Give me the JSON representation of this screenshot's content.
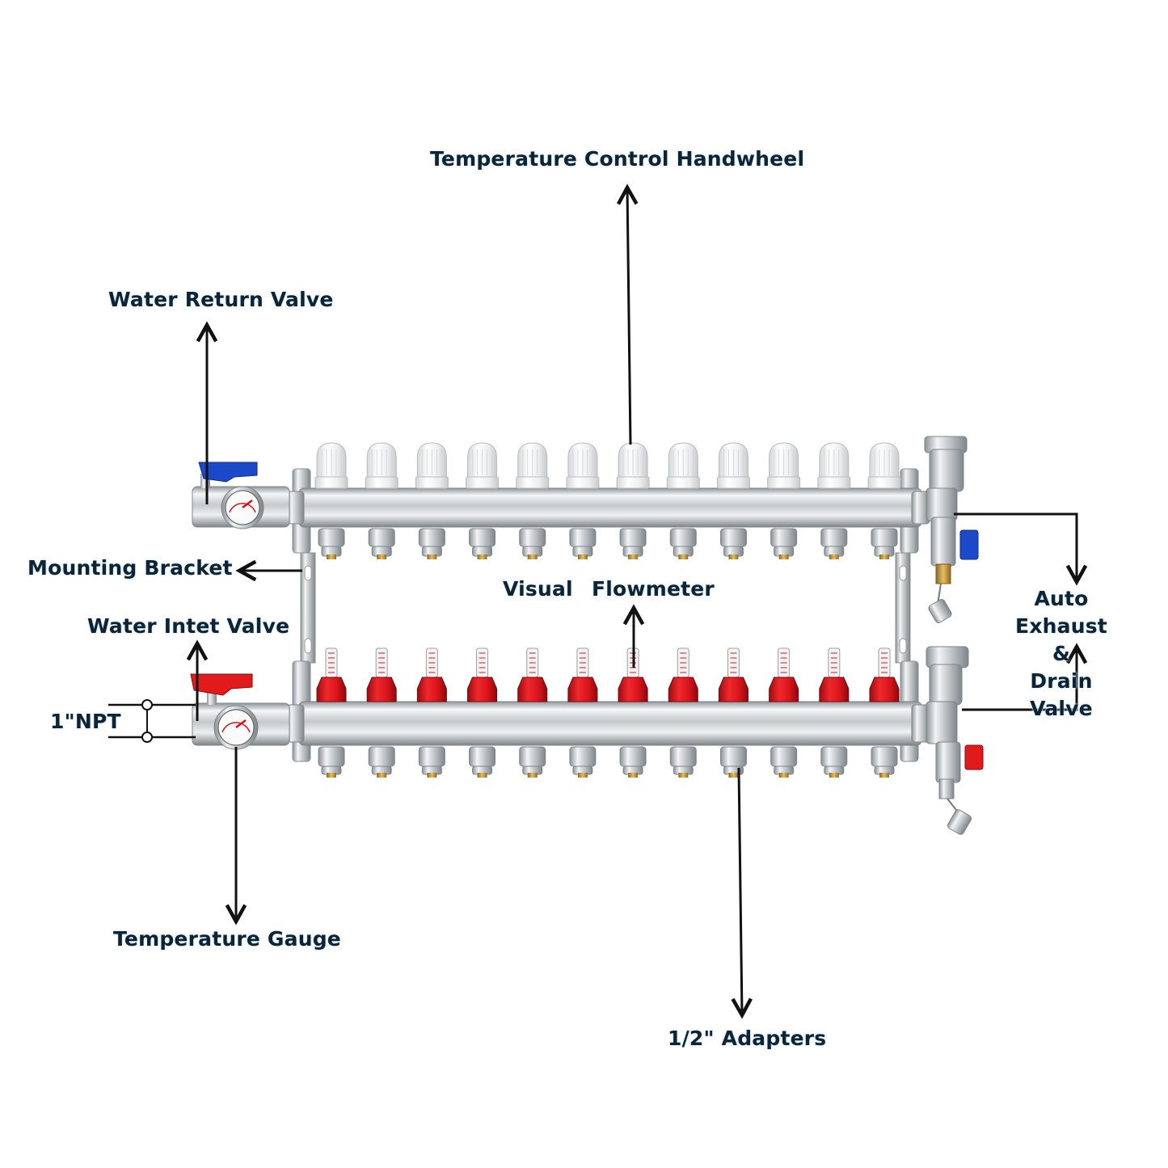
{
  "labels": {
    "temperature_control_handwheel": "Temperature Control Handwheel",
    "water_return_valve": "Water Return Valve",
    "mounting_bracket": "Mounting Bracket",
    "visual_flowmeter_1": "Visual",
    "visual_flowmeter_2": "Flowmeter",
    "water_inlet_valve": "Water Intet Valve",
    "npt": "1\"NPT",
    "auto_exhaust_drain_valve": "Auto Exhaust &\nDrain Valve",
    "temperature_gauge": "Temperature Gauge",
    "adapters": "1/2\" Adapters"
  },
  "colors": {
    "label_text": "#0d2436",
    "arrow": "#111111",
    "chrome": "#cfd3d6",
    "handwheel": "#f4f4f4",
    "flowmeter_red": "#d8141b",
    "return_handle_blue": "#1b49c8",
    "inlet_handle_red": "#e11b1b",
    "brass": "#c99a3a"
  },
  "manifold": {
    "ports": 12,
    "icons": [
      "handwheel-icon",
      "flowmeter-icon",
      "ball-valve-icon",
      "temperature-gauge-icon",
      "air-vent-icon",
      "drain-valve-icon",
      "adapter-icon",
      "mounting-bracket-icon"
    ]
  }
}
